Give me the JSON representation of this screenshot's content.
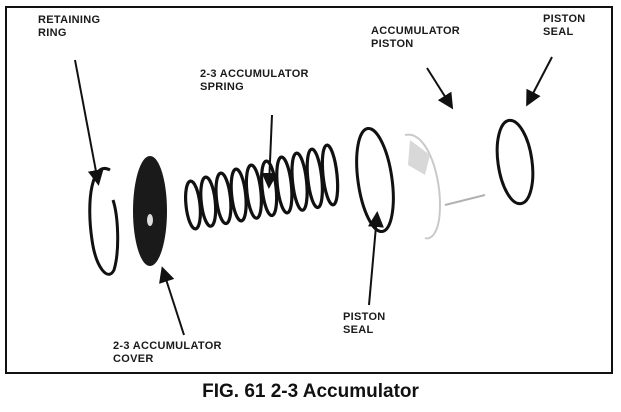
{
  "labels": {
    "retaining_ring": [
      "RETAINING",
      "RING"
    ],
    "spring": [
      "2-3 ACCUMULATOR",
      "SPRING"
    ],
    "accumulator_piston": [
      "ACCUMULATOR",
      "PISTON"
    ],
    "piston_seal_top": [
      "PISTON",
      "SEAL"
    ],
    "piston_seal_bottom": [
      "PISTON",
      "SEAL"
    ],
    "cover": [
      "2-3 ACCUMULATOR",
      "COVER"
    ]
  },
  "caption": "FIG. 61  2-3 Accumulator"
}
